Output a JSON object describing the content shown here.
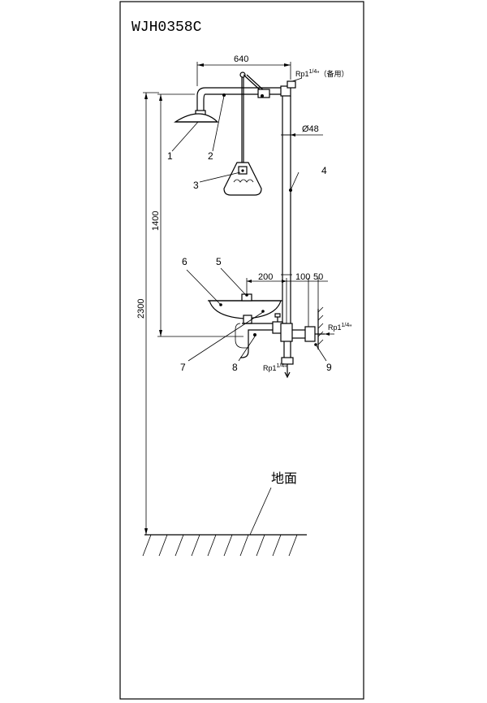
{
  "title": "WJH0358C",
  "dimensions": {
    "width_top": "640",
    "pipe_diameter": "Ø48",
    "height_showerhead": "1400",
    "height_total": "2300",
    "dim_200": "200",
    "dim_100": "100",
    "dim_50": "50"
  },
  "connections": {
    "top": {
      "prefix": "Rp1",
      "frac_num": "1",
      "frac_den": "4",
      "suffix": "\"（备用）"
    },
    "side": {
      "prefix": "Rp1",
      "frac_num": "1",
      "frac_den": "4",
      "suffix": "\""
    },
    "bottom": {
      "prefix": "Rp1",
      "frac_num": "1",
      "frac_den": "4",
      "suffix": "\""
    }
  },
  "part_labels": [
    "1",
    "2",
    "3",
    "4",
    "5",
    "6",
    "7",
    "8",
    "9"
  ],
  "ground_label": "地面"
}
